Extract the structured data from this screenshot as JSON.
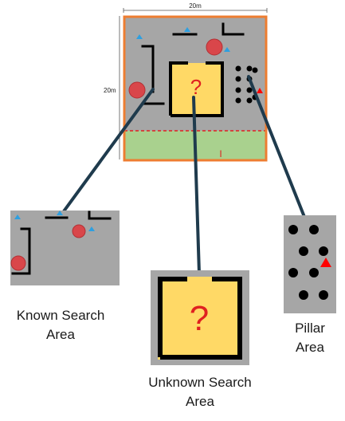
{
  "map": {
    "width_label": "20m",
    "height_label": "20m",
    "unknown_mark": "?",
    "exit_mark": "I"
  },
  "labels": {
    "known": [
      "Known Search",
      "Area"
    ],
    "unknown": [
      "Unknown Search",
      "Area"
    ],
    "pillar": [
      "Pillar",
      "Area"
    ]
  },
  "colors": {
    "floor": "#a6a6a6",
    "border": "#ed7d31",
    "safe_zone": "#a9d18e",
    "unknown_room": "#ffd966",
    "wall": "#000000",
    "obstacle": "#d9464a",
    "marker_blue": "#2e9fe0",
    "marker_red": "#ff0000",
    "connector": "#1f3b4d"
  }
}
